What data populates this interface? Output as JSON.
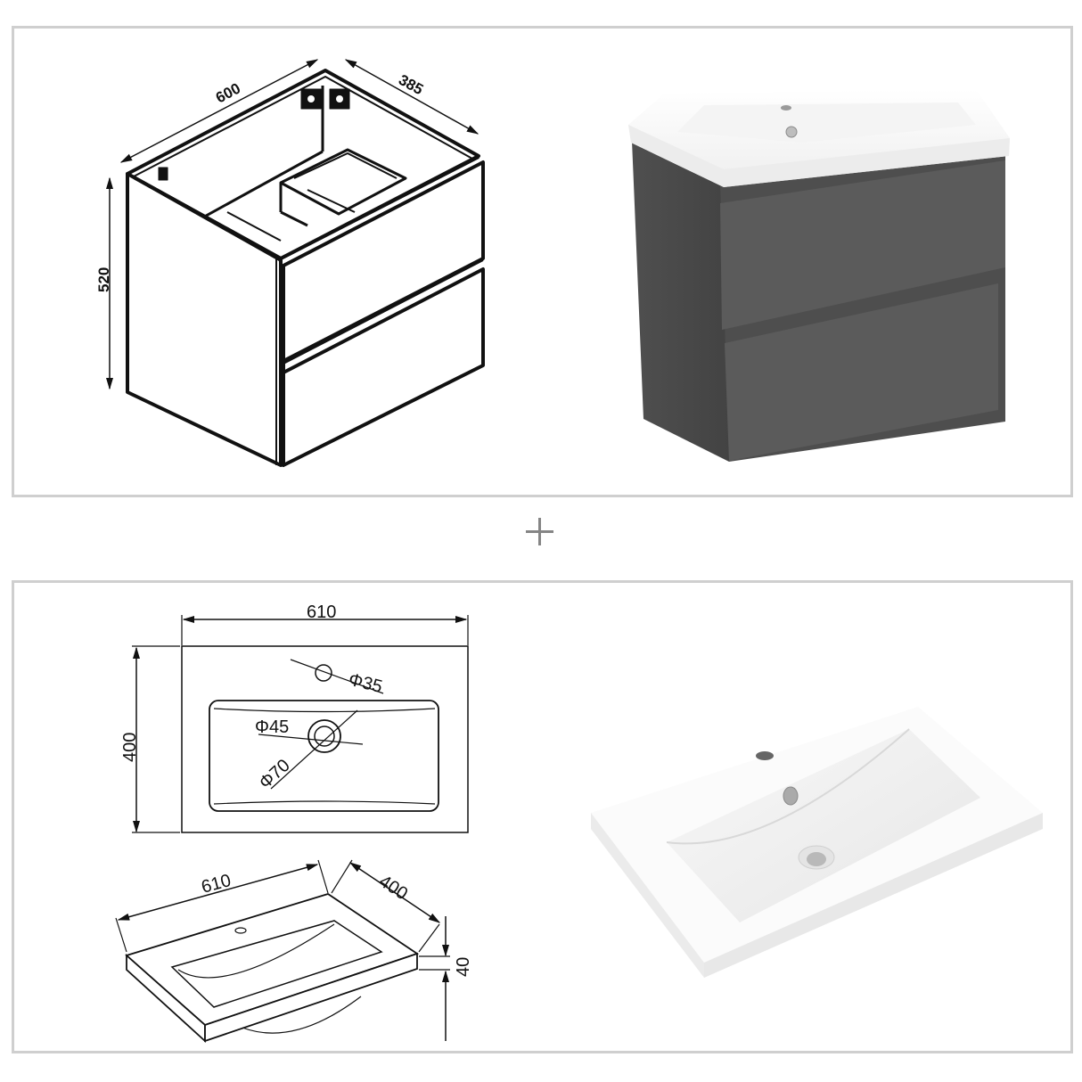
{
  "top_panel": {
    "cabinet_drawing": {
      "width_label": "600",
      "depth_label": "385",
      "height_label": "520"
    },
    "cabinet_render": {
      "description": "Wall-hung 2-drawer vanity unit with basin",
      "colors": {
        "front": "#5b5b5b",
        "side": "#474747",
        "basin": "#fafafa",
        "basin_edge": "#e9e9e9"
      }
    }
  },
  "separator": {
    "symbol": "plus",
    "color": "#858585"
  },
  "bottom_panel": {
    "basin_top_view": {
      "width_label": "610",
      "depth_label": "400",
      "tap_hole_label": "Φ35",
      "waste_inner_label": "Φ45",
      "waste_outer_label": "Φ70"
    },
    "basin_iso_view": {
      "width_label": "610",
      "depth_label": "400",
      "thickness_label": "40"
    },
    "basin_render": {
      "description": "White rectangular inset basin",
      "colors": {
        "top": "#fbfbfb",
        "edge": "#ececec",
        "bowl": "#f0f0f0"
      }
    }
  },
  "frame": {
    "border_color": "#cfcfcf",
    "background": "#ffffff"
  }
}
